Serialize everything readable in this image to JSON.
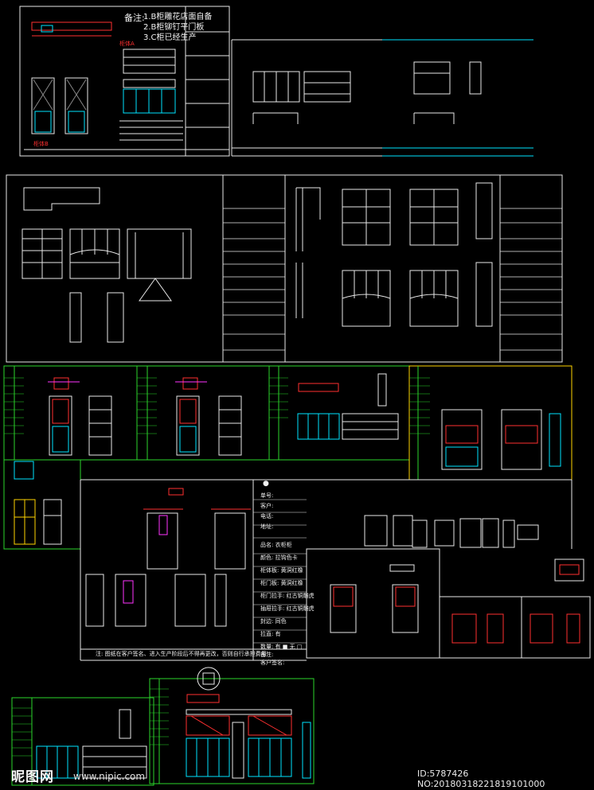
{
  "top_left": {
    "notes_title": "备注:",
    "notes": [
      "1.B柜雕花店面自备",
      "2.B柜铆钉平门板",
      "3.C柜已经生产"
    ],
    "red_labels": [
      "柜体A",
      "柜体B"
    ]
  },
  "order_form": {
    "fields": [
      "单号:",
      "客户:",
      "电话:",
      "地址:",
      "品名: 衣柜柜",
      "颜色: 拉钩色卡",
      "柜体板: 黄洞红橡",
      "柜门板: 黄洞红橡",
      "柜门拉手: 红古铜雕虎",
      "抽屉拉手: 红古铜雕虎",
      "封边: 同色",
      "拉直: 有",
      "数量: 有 ■ 无 □",
      "备注:",
      "客户签名:"
    ],
    "note": "注: 图纸在客户签名、进入生产阶段后不得再更改，否则自行承担费用!"
  },
  "watermark": {
    "logo": "昵图网",
    "site": "www.nipic.com",
    "id_text": "ID:5787426 NO:20180318221819101000"
  },
  "colors": {
    "background": "#000000",
    "frame": "#e8e8e8",
    "green": "#2bd62b",
    "cyan": "#00e5ff",
    "red": "#ff3030",
    "magenta": "#ff33ff",
    "yellow": "#ffd400"
  }
}
